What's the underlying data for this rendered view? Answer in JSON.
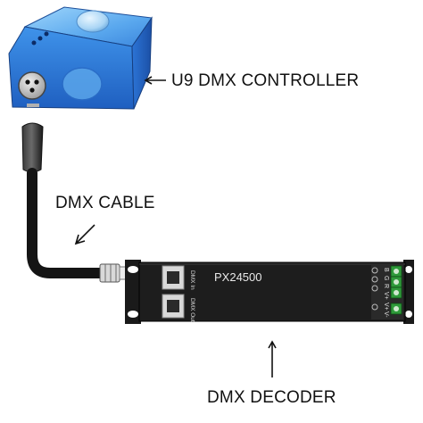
{
  "labels": {
    "controller": "U9 DMX CONTROLLER",
    "cable": "DMX CABLE",
    "decoder": "DMX DECODER"
  },
  "decoder": {
    "model": "PX24500",
    "port_in": "DMX In",
    "port_out": "DMX Out",
    "terminals_top": [
      "B",
      "G",
      "R",
      "V+"
    ],
    "terminals_bottom": [
      "V+",
      "V-"
    ]
  },
  "colors": {
    "controller_body": "#2f7fe0",
    "controller_top": "#6db8f2",
    "decoder_body": "#1d1d1d",
    "terminal_green": "#2e9a3a",
    "cable": "#141414"
  }
}
